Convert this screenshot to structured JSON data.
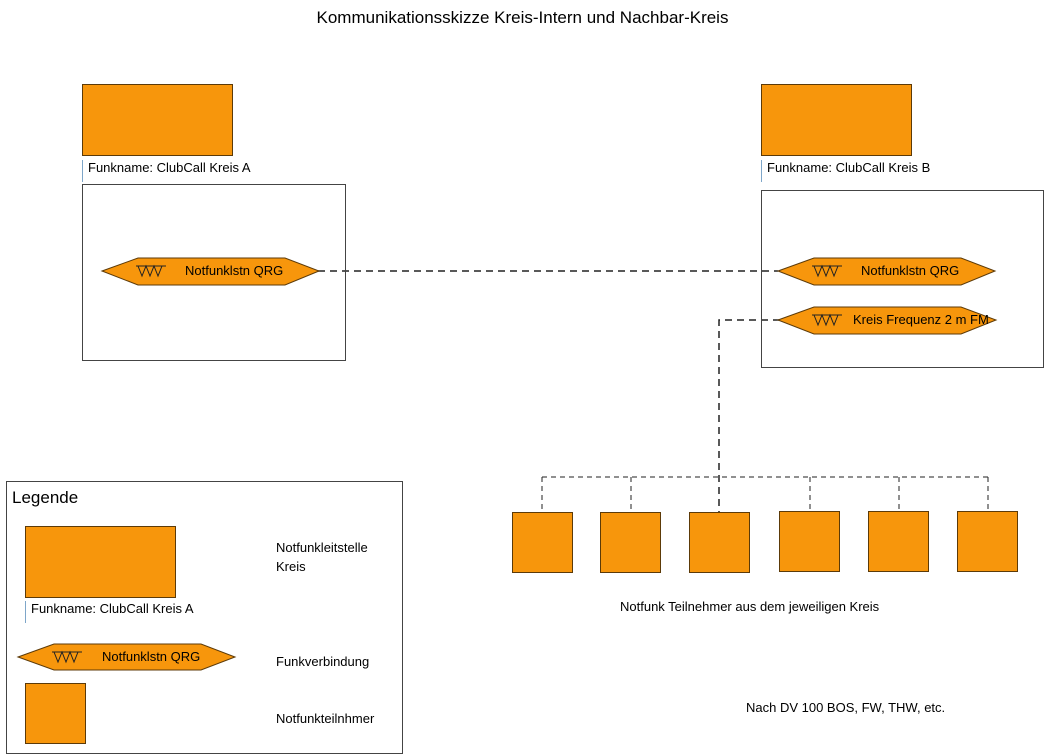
{
  "title": "Kommunikationsskizze Kreis-Intern und Nachbar-Kreis",
  "station_a": {
    "funkname": "Funkname: ClubCall Kreis A",
    "connection_label": "Notfunklstn QRG"
  },
  "station_b": {
    "funkname": "Funkname: ClubCall Kreis B",
    "connection_label": "Notfunklstn QRG",
    "district_frequency_label": "Kreis Frequenz 2 m FM"
  },
  "participants": {
    "count_shown": 6,
    "caption": "Notfunk Teilnehmer aus dem jeweiligen Kreis"
  },
  "note": "Nach DV 100 BOS, FW, THW, etc.",
  "legend": {
    "title": "Legende",
    "station_funkname": "Funkname: ClubCall Kreis A",
    "station_desc": "Notfunkleitstelle Kreis",
    "connection_label": "Notfunklstn QRG",
    "connection_desc": "Funkverbindung",
    "participant_desc": "Notfunkteilnhmer"
  },
  "colors": {
    "orange": "#f7960c",
    "outline": "#5c3a08"
  }
}
